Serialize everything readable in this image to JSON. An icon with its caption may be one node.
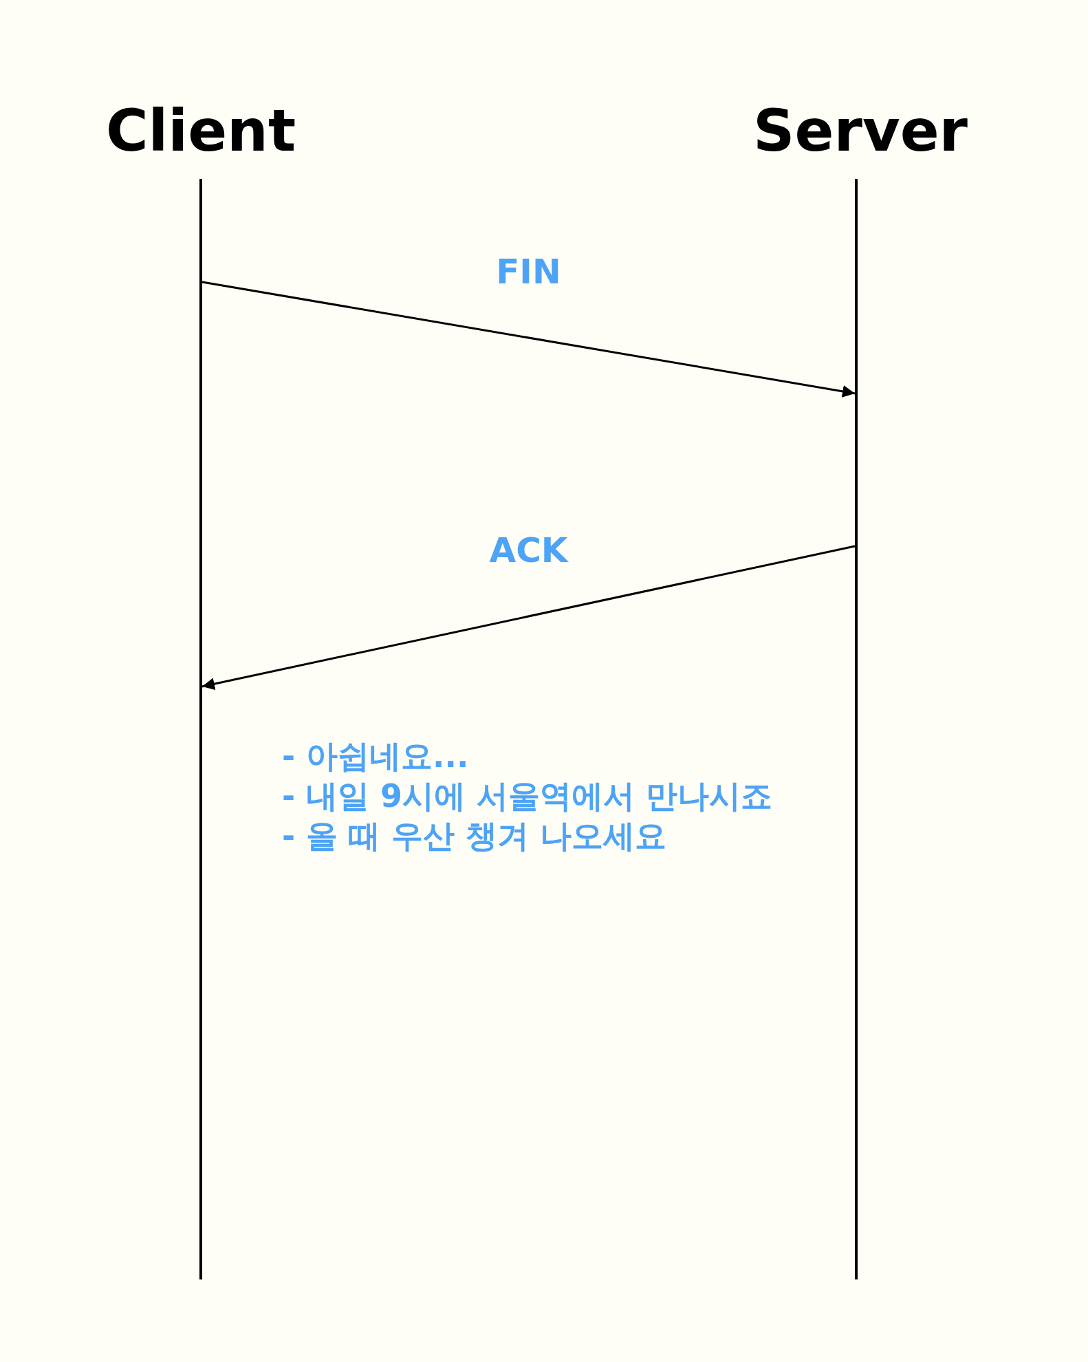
{
  "diagram": {
    "nodes": [
      {
        "text": [
          "Client"
        ]
      },
      {
        "text": [
          "Server"
        ]
      }
    ],
    "edges": [
      {
        "from": 0,
        "to": 1,
        "arrow": "to",
        "label": "FIN"
      },
      {
        "from": 1,
        "to": 0,
        "arrow": "to",
        "label": "ACK"
      }
    ],
    "labels": [
      "- 아쉽네요...",
      "- 내일 9시에 서울역에서 만나시죠",
      "- 올 때 우산 챙겨 나오세요"
    ]
  }
}
